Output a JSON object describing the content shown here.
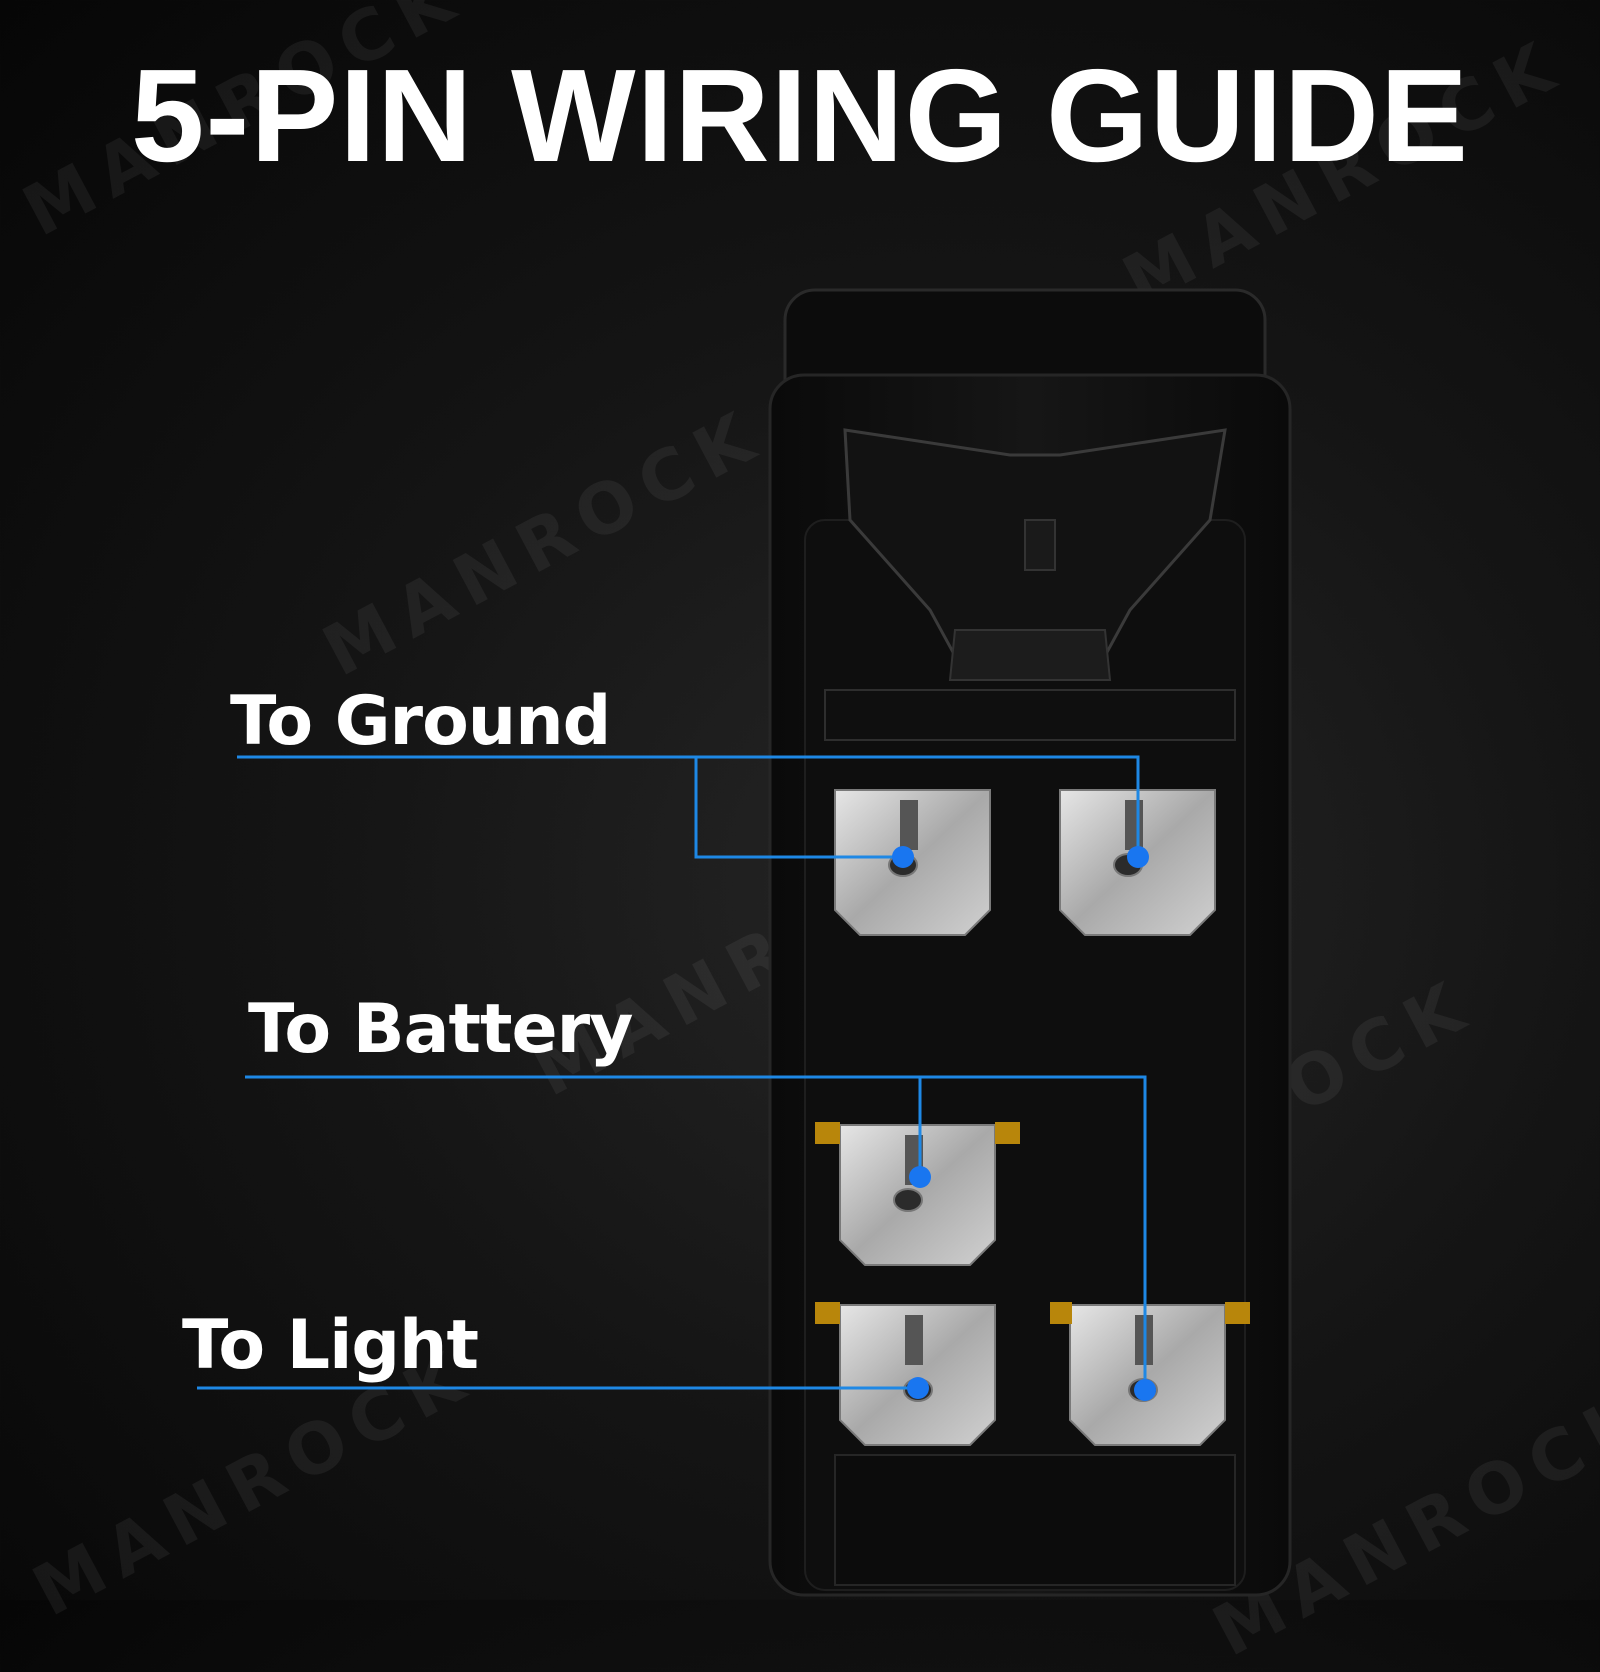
{
  "title": "5-PIN WIRING GUIDE",
  "labels": {
    "ground": "To Ground",
    "battery": "To Battery",
    "light": "To Light"
  },
  "watermark": "MANROCK",
  "colors": {
    "line": "#1e88e5",
    "dot": "#1976f0",
    "text": "#ffffff",
    "background": "#111111"
  }
}
